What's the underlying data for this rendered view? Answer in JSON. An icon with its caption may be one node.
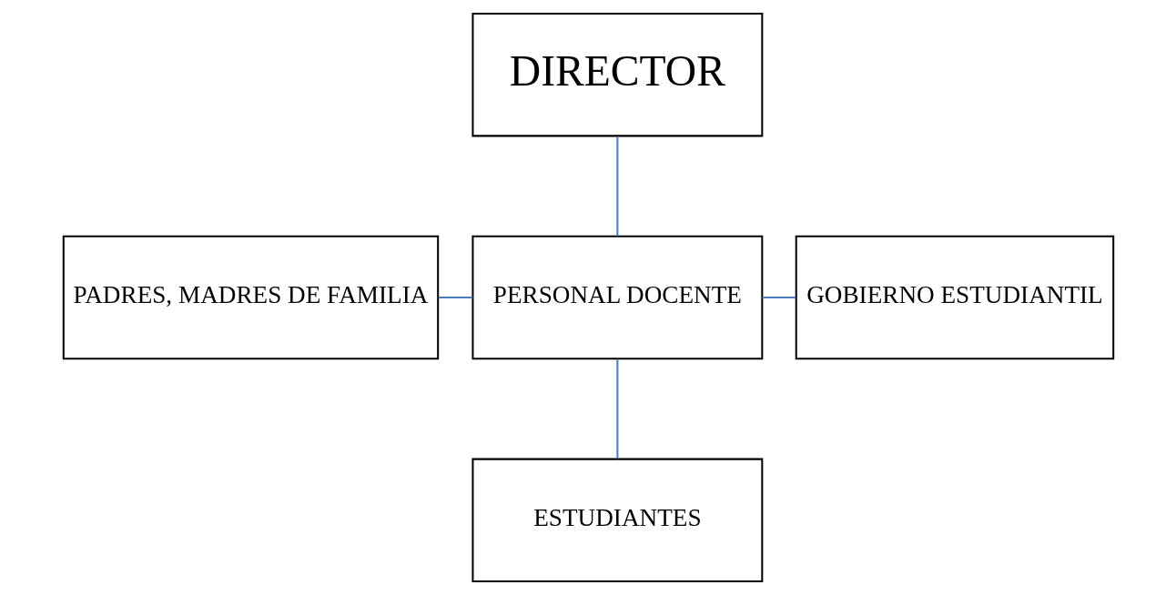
{
  "diagram": {
    "nodes": [
      {
        "text": [
          "DIRECTOR"
        ]
      },
      {
        "text": [
          "PADRES, MADRES DE FAMILIA"
        ]
      },
      {
        "text": [
          "PERSONAL DOCENTE"
        ]
      },
      {
        "text": [
          "GOBIERNO ESTUDIANTIL"
        ]
      },
      {
        "text": [
          "ESTUDIANTES"
        ]
      }
    ],
    "edges": [
      {
        "from": 0,
        "to": 2,
        "arrow": "none"
      },
      {
        "from": 1,
        "to": 2,
        "arrow": "none"
      },
      {
        "from": 2,
        "to": 3,
        "arrow": "none"
      },
      {
        "from": 2,
        "to": 4,
        "arrow": "none"
      }
    ]
  }
}
